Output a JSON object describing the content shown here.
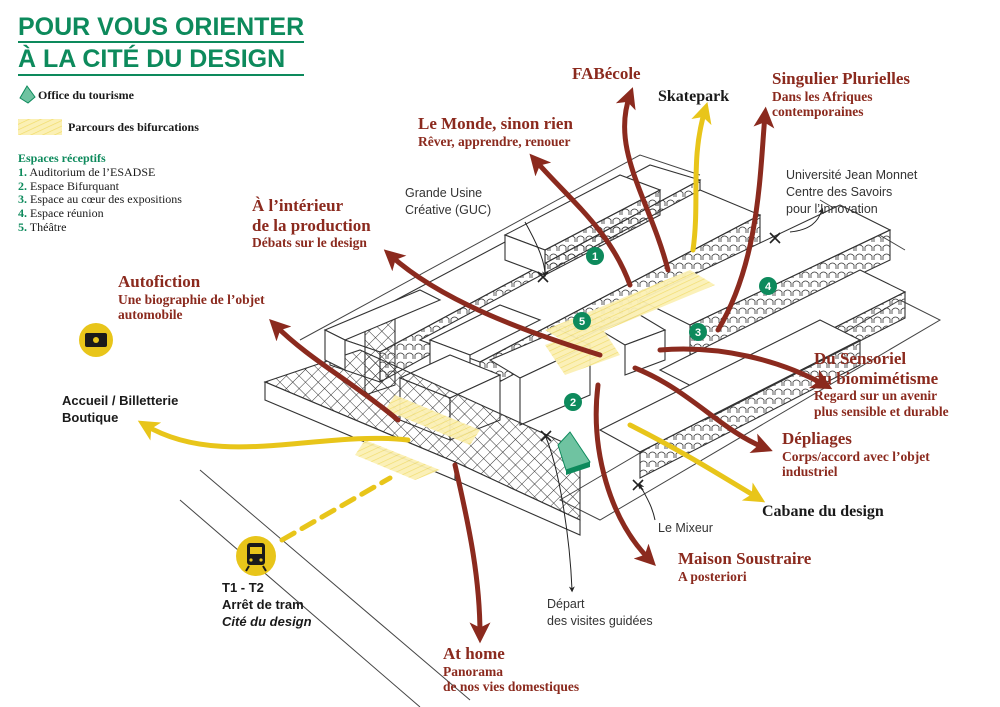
{
  "title": {
    "line1": "POUR VOUS ORIENTER",
    "line2": "À LA CITÉ DU DESIGN"
  },
  "legend": {
    "office": "Office du tourisme",
    "parcours": "Parcours des bifurcations",
    "espaces_title": "Espaces réceptifs",
    "espaces": [
      {
        "num": "1.",
        "label": "Auditorium de l’ESADSE"
      },
      {
        "num": "2.",
        "label": "Espace Bifurquant"
      },
      {
        "num": "3.",
        "label": "Espace au cœur des expositions"
      },
      {
        "num": "4.",
        "label": "Espace réunion"
      },
      {
        "num": "5.",
        "label": "Théâtre"
      }
    ]
  },
  "exhibitions": {
    "fabecole": {
      "title": "FABécole"
    },
    "monde": {
      "title": "Le Monde, sinon rien",
      "subtitle": "Rêver, apprendre, renouer"
    },
    "interieur": {
      "title1": "À l’intérieur",
      "title2": "de la production",
      "subtitle": "Débats sur le design"
    },
    "autofiction": {
      "title": "Autofiction",
      "sub1": "Une biographie de l’objet",
      "sub2": "automobile"
    },
    "singulier": {
      "title": "Singulier Plurielles",
      "sub1": "Dans les Afriques",
      "sub2": "contemporaines"
    },
    "sensoriel": {
      "title1": "Du Sensoriel",
      "title2": "au biomimétisme",
      "sub1": "Regard sur un avenir",
      "sub2": "plus sensible et durable"
    },
    "depliages": {
      "title": "Dépliages",
      "sub1": "Corps/accord avec l’objet",
      "sub2": "industriel"
    },
    "maison": {
      "title": "Maison Soustraire",
      "subtitle": "A posteriori"
    },
    "athome": {
      "title": "At home",
      "sub1": "Panorama",
      "sub2": "de nos vies domestiques"
    }
  },
  "places": {
    "skatepark": "Skatepark",
    "cabane": "Cabane du design",
    "guc1": "Grande Usine",
    "guc2": "Créative (GUC)",
    "univ1": "Université Jean Monnet",
    "univ2": "Centre des Savoirs",
    "univ3": "pour l’Innovation",
    "mixeur": "Le Mixeur",
    "depart1": "Départ",
    "depart2": "des visites guidées",
    "accueil1": "Accueil / Billetterie",
    "accueil2": "Boutique",
    "tram1": "T1 - T2",
    "tram2": "Arrêt de tram",
    "tram3": "Cité du design"
  },
  "markers": [
    "1",
    "2",
    "3",
    "4",
    "5"
  ],
  "icons": {
    "office": "office-tourisme-icon",
    "ticket": "ticket-icon",
    "tram": "tram-icon"
  },
  "colors": {
    "green": "#0d8a5c",
    "red": "#8b2a1e",
    "yellow": "#e8c51a",
    "ink": "#1a1a1a"
  }
}
